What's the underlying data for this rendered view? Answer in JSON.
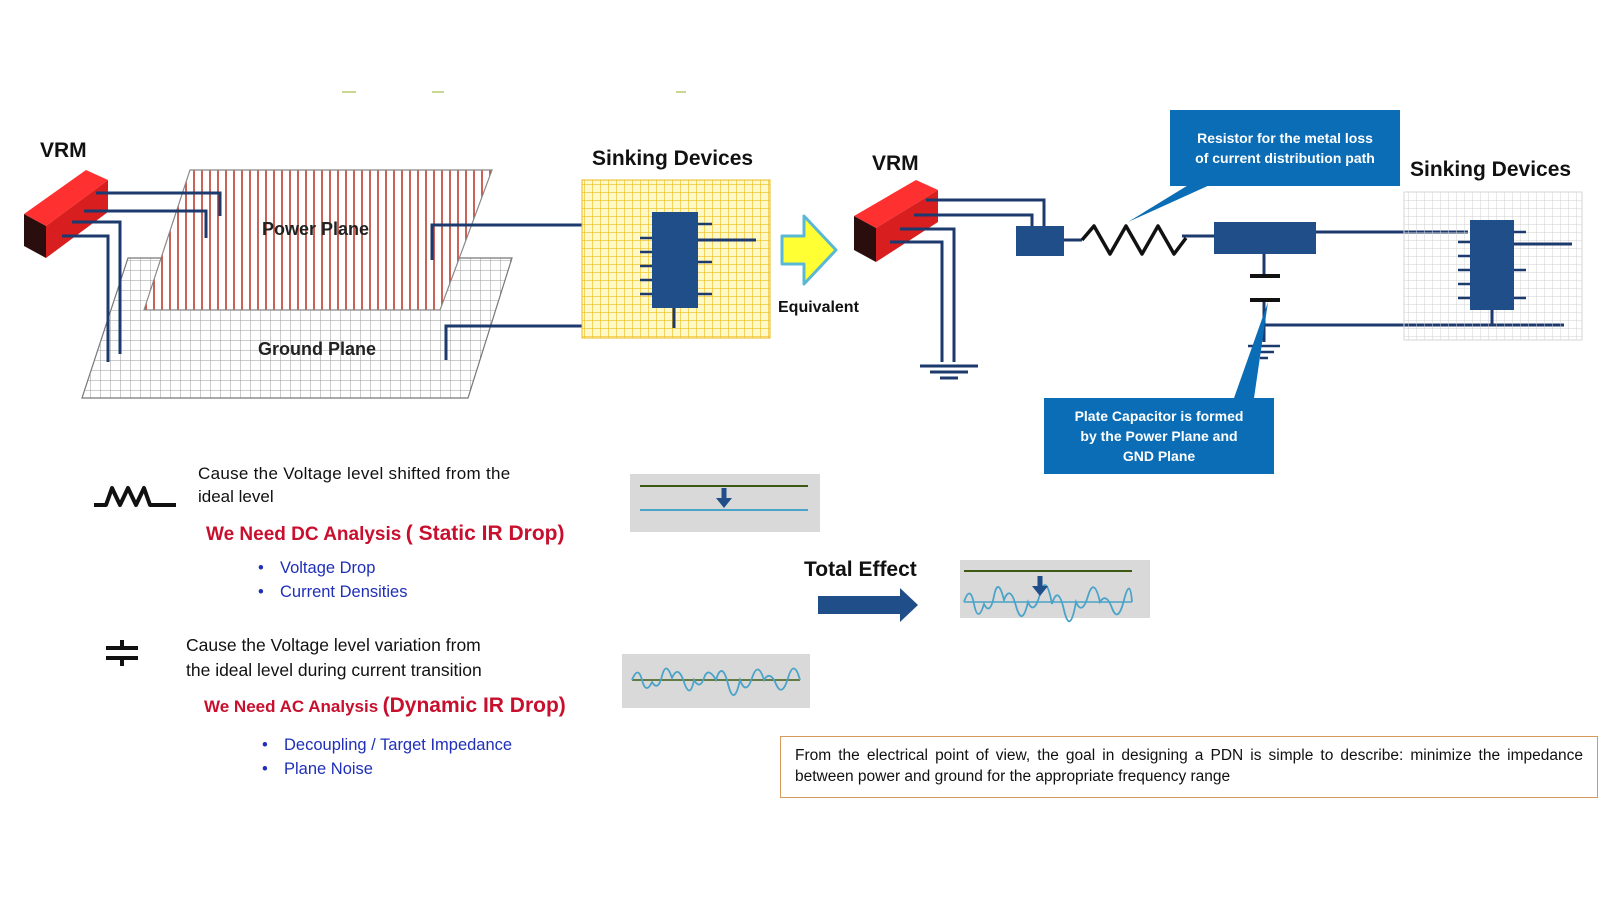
{
  "left_diagram": {
    "vrm_label": "VRM",
    "power_plane_label": "Power Plane",
    "ground_plane_label": "Ground Plane",
    "sinking_devices_label": "Sinking Devices"
  },
  "equivalent_label": "Equivalent",
  "right_diagram": {
    "vrm_label": "VRM",
    "sinking_devices_label": "Sinking Devices",
    "resistor_callout": [
      "Resistor for the metal loss",
      "of current distribution path"
    ],
    "capacitor_callout": [
      "Plate Capacitor is formed",
      "by the Power Plane and",
      "GND Plane"
    ]
  },
  "dc_section": {
    "description": [
      "Cause the Voltage level shifted from the",
      "ideal level"
    ],
    "need_prefix": "We Need DC Analysis",
    "need_suffix": "( Static IR Drop)",
    "bullets": [
      "Voltage Drop",
      "Current Densities"
    ]
  },
  "ac_section": {
    "description": [
      "Cause the Voltage level variation  from",
      "the ideal level during current transition"
    ],
    "need_prefix": "We Need AC Analysis",
    "need_suffix": "(Dynamic IR Drop)",
    "bullets": [
      "Decoupling / Target Impedance",
      "Plane Noise"
    ]
  },
  "total_effect_label": "Total Effect",
  "note_text": "From the electrical point of view, the goal in designing a PDN is simple to describe: minimize the impedance between power and ground for the appropriate frequency range",
  "colors": {
    "wire": "#1c3a6e",
    "vrm_red": "#d81e1e",
    "power_plane_red": "#c0392b",
    "device_blue": "#1f4e89",
    "callout_blue": "#0a6db5",
    "arrow_yellow": "#ffff33",
    "arrow_outline": "#5bb8d4",
    "wave_blue": "#4aa3c8",
    "level_green": "#3c5a14",
    "emphasis_red": "#c8102e",
    "bullet_blue": "#1f2fb8"
  }
}
